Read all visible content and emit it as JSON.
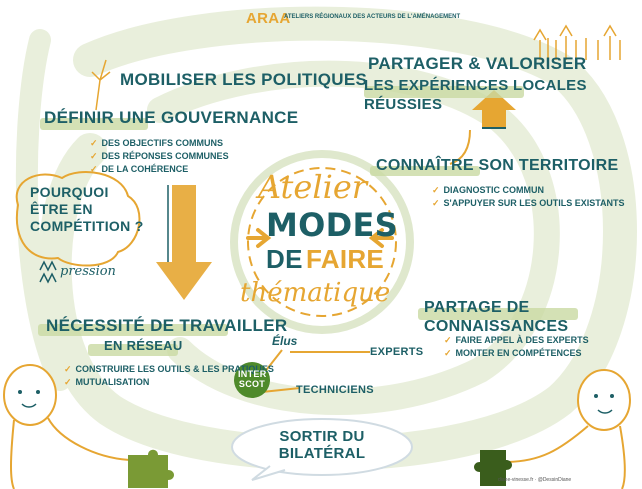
{
  "header": {
    "logo": "ARAA",
    "subtitle": "Ateliers Régionaux des Acteurs de l'Aménagement"
  },
  "center": {
    "line1": "Atelier",
    "line2": "MODES",
    "line3a": "DE",
    "line3b": "FAIRE",
    "line4": "thématique"
  },
  "sections": {
    "mobiliser": "Mobiliser les politiques",
    "gouvernance": {
      "title": "Définir une gouvernance",
      "items": [
        "Des objectifs communs",
        "Des réponses communes",
        "De la cohérence"
      ]
    },
    "partager_valoriser": {
      "line1": "Partager & valoriser",
      "line2": "les expériences locales réussies"
    },
    "connaitre": {
      "title": "Connaître son territoire",
      "items": [
        "Diagnostic commun",
        "S'appuyer sur les outils existants"
      ]
    },
    "competition": {
      "line1": "Pourquoi",
      "line2": "être en",
      "line3": "compétition ?",
      "signature": "pression"
    },
    "reseau": {
      "title1": "Nécessité de travailler",
      "title2": "en réseau",
      "items": [
        "Construire les outils & les pratiques",
        "Mutualisation"
      ]
    },
    "connaissances": {
      "title": "Partage de connaissances",
      "items": [
        "Faire appel à des experts",
        "Monter en compétences"
      ]
    },
    "actors": {
      "elus": "Élus",
      "experts": "Experts",
      "techniciens": "Techniciens",
      "interscot1": "inter",
      "interscot2": "SCOT"
    },
    "bilateral": {
      "line1": "Sortir du",
      "line2": "bilatéral"
    }
  },
  "footer": "diane-vinesse.fr · @DessinDiane",
  "colors": {
    "teal": "#1d5f66",
    "gold": "#e6a632",
    "green": "#4e8a2a",
    "highlight": "#c9d9a3",
    "swirl": "#e9efdc"
  }
}
